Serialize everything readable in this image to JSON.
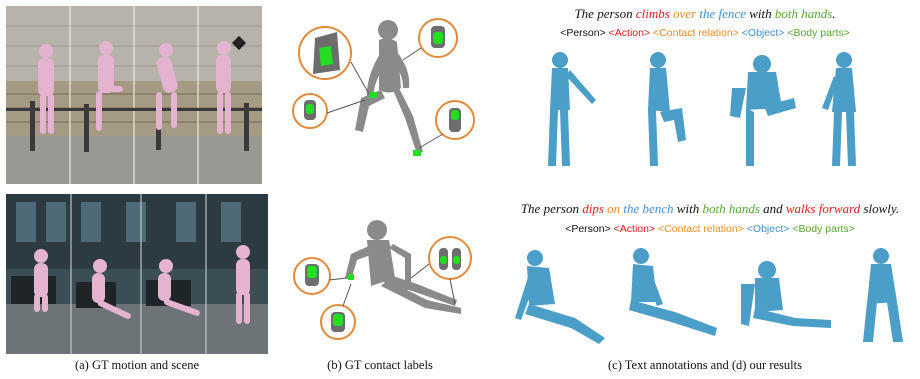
{
  "captions": {
    "a": "(a) GT motion and scene",
    "b": "(b) GT contact labels",
    "cd": "(c) Text annotations and (d) our results"
  },
  "row1": {
    "sentence": [
      {
        "text": "The person ",
        "color": "black"
      },
      {
        "text": "climbs",
        "color": "red"
      },
      {
        "text": " over ",
        "color": "orange"
      },
      {
        "text": "the fence",
        "color": "blue"
      },
      {
        "text": " with ",
        "color": "black"
      },
      {
        "text": "both hands",
        "color": "green"
      },
      {
        "text": ".",
        "color": "black"
      }
    ]
  },
  "row2": {
    "sentence": [
      {
        "text": "The person ",
        "color": "black"
      },
      {
        "text": "dips",
        "color": "red"
      },
      {
        "text": " on ",
        "color": "orange"
      },
      {
        "text": "the bench",
        "color": "blue"
      },
      {
        "text": " with ",
        "color": "black"
      },
      {
        "text": "both hands",
        "color": "green"
      },
      {
        "text": " and ",
        "color": "black"
      },
      {
        "text": "walks forward",
        "color": "red"
      },
      {
        "text": " slowly.",
        "color": "black"
      }
    ]
  },
  "tags": {
    "person": "<Person>",
    "action": "<Action>",
    "contact": "<Contact relation>",
    "object": "<Object>",
    "body": "<Body parts>"
  },
  "colors": {
    "action": "#e01b1b",
    "contact": "#f08a24",
    "object": "#3f8fd6",
    "body": "#55a82c",
    "mesh_blue": "#4a9ec7",
    "mesh_gray": "#8a8a8a",
    "contact_green": "#22dd22",
    "circle_orange": "#e08a3c",
    "gt_pink": "#e3b3cf"
  }
}
